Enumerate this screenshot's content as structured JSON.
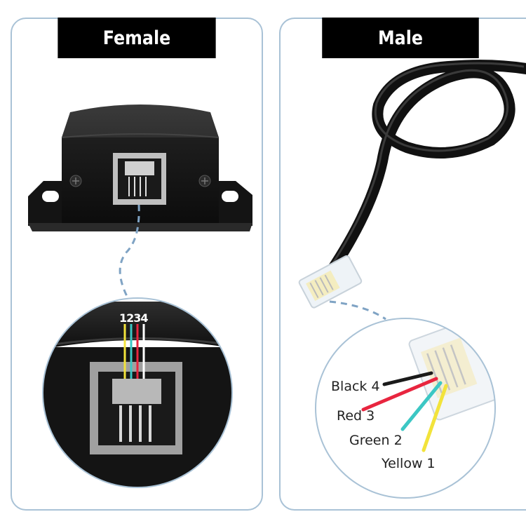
{
  "female": {
    "title": "Female",
    "pin_numbers": "1234"
  },
  "male": {
    "title": "Male",
    "wires": [
      {
        "label": "Black 4",
        "color": "#1a1a1a"
      },
      {
        "label": "Red 3",
        "color": "#e8253f"
      },
      {
        "label": "Green 2",
        "color": "#3cc7c4"
      },
      {
        "label": "Yellow 1",
        "color": "#f2e33b"
      }
    ]
  },
  "colors": {
    "panel_border": "#a9c2d6",
    "dash_line": "#7fa3c4",
    "device": "#1c1c1c"
  }
}
